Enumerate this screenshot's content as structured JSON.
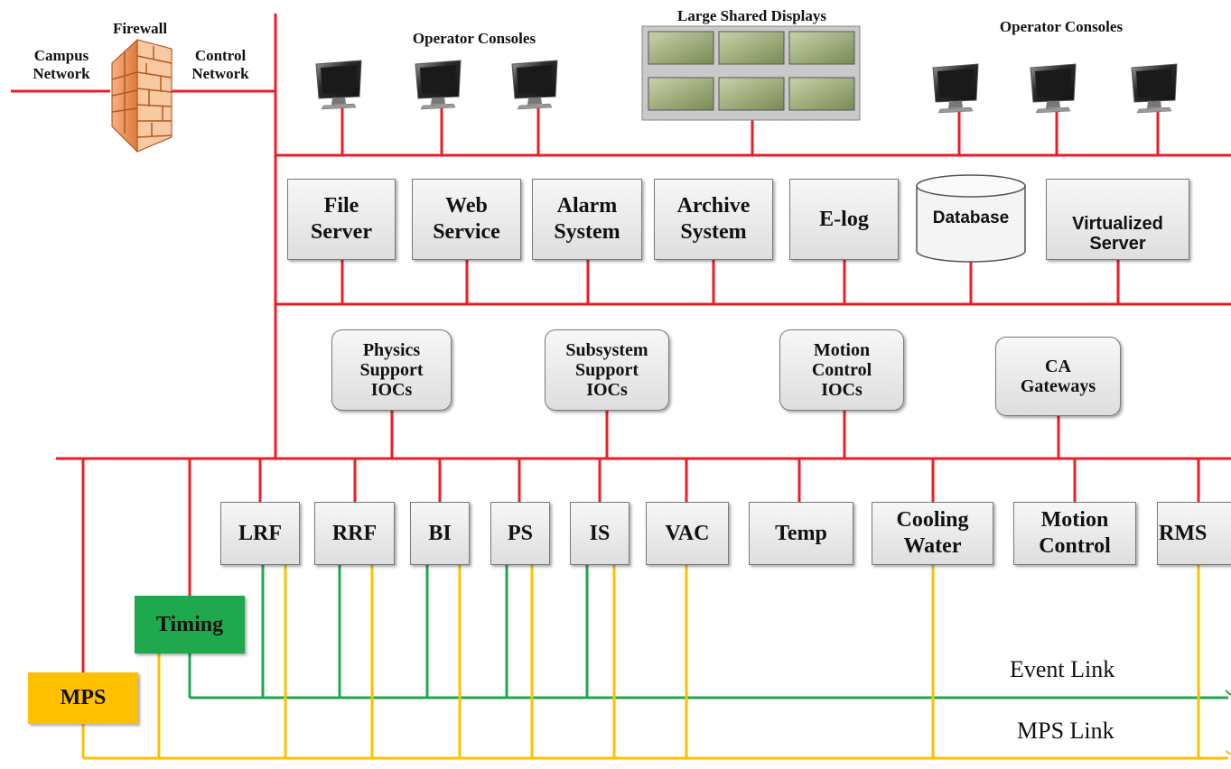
{
  "top_labels": {
    "firewall": "Firewall",
    "campus_network": "Campus\nNetwork",
    "control_network": "Control\nNetwork",
    "operator_consoles_left": "Operator Consoles",
    "large_shared_displays": "Large Shared Displays",
    "operator_consoles_right": "Operator Consoles"
  },
  "servers": [
    {
      "id": "file-server",
      "label": "File\nServer"
    },
    {
      "id": "web-service",
      "label": "Web\nService"
    },
    {
      "id": "alarm-system",
      "label": "Alarm\nSystem"
    },
    {
      "id": "archive-system",
      "label": "Archive\nSystem"
    },
    {
      "id": "e-log",
      "label": "E-log"
    },
    {
      "id": "database",
      "label": "Database"
    },
    {
      "id": "virtualized-server",
      "label": "Virtualized\nServer"
    }
  ],
  "iocs": [
    {
      "id": "physics-support-iocs",
      "label": "Physics\nSupport\nIOCs"
    },
    {
      "id": "subsystem-support-iocs",
      "label": "Subsystem\nSupport\nIOCs"
    },
    {
      "id": "motion-control-iocs",
      "label": "Motion\nControl\nIOCs"
    },
    {
      "id": "ca-gateways",
      "label": "CA\nGateways"
    }
  ],
  "subsystems": [
    {
      "id": "lrf",
      "label": "LRF"
    },
    {
      "id": "rrf",
      "label": "RRF"
    },
    {
      "id": "bi",
      "label": "BI"
    },
    {
      "id": "ps",
      "label": "PS"
    },
    {
      "id": "is",
      "label": "IS"
    },
    {
      "id": "vac",
      "label": "VAC"
    },
    {
      "id": "temp",
      "label": "Temp"
    },
    {
      "id": "cooling-water",
      "label": "Cooling\nWater"
    },
    {
      "id": "motion-control",
      "label": "Motion\nControl"
    },
    {
      "id": "rms",
      "label": "RMS"
    }
  ],
  "timing": "Timing",
  "mps": "MPS",
  "links": {
    "event_link": "Event Link",
    "mps_link": "MPS Link"
  },
  "colors": {
    "network": "#ee1c25",
    "event_link": "#1fa84e",
    "mps_link": "#ffc000",
    "timing_fill": "#1fa84e",
    "mps_fill": "#ffc000"
  },
  "icons": {
    "firewall": "brick-wall-icon",
    "console": "monitor-icon",
    "display_wall": "video-wall-icon",
    "database": "cylinder-database-icon",
    "virtual_server": "cube-icon"
  }
}
